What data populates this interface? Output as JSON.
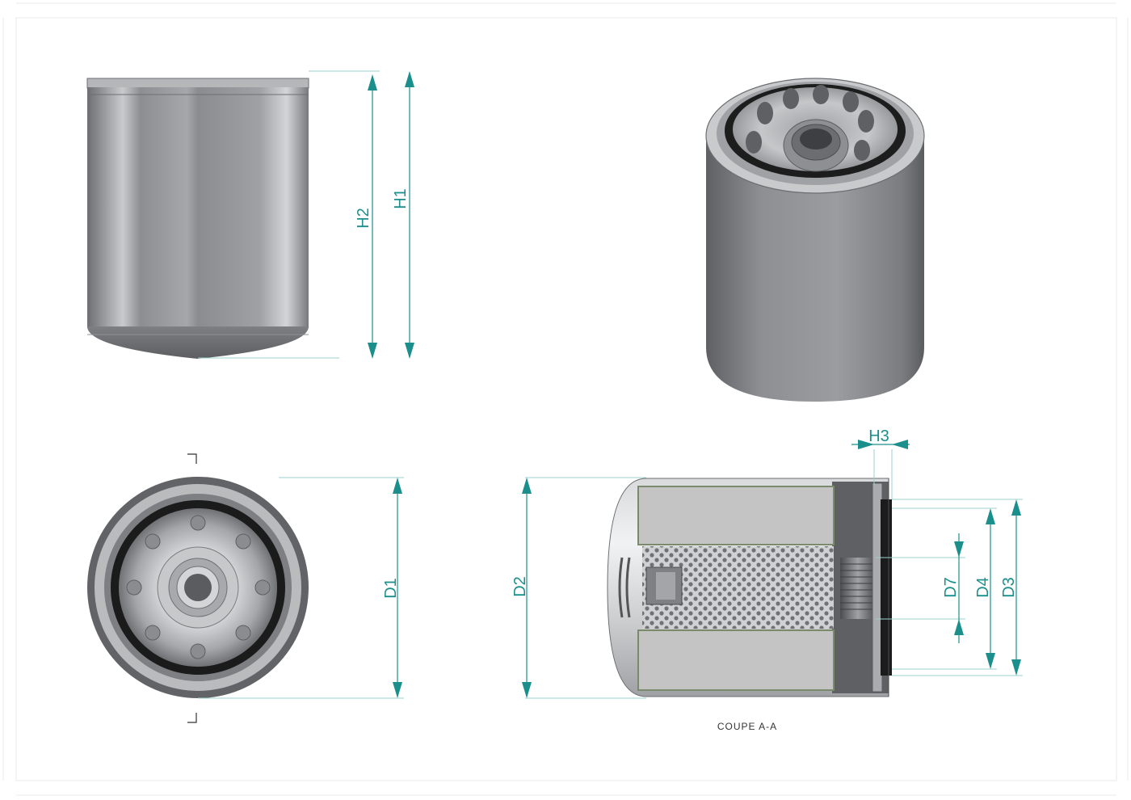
{
  "dimensions": {
    "h1": "H1",
    "h2": "H2",
    "h3": "H3",
    "d1": "D1",
    "d2": "D2",
    "d3": "D3",
    "d4": "D4",
    "d7": "D7"
  },
  "section_caption": "COUPE A-A",
  "colors": {
    "dimension": "#1a8f8c",
    "body_dark": "#6f7174",
    "body_light": "#c9cbcd",
    "filter_media": "#c4c4c4",
    "gasket": "#1b1b1b"
  }
}
